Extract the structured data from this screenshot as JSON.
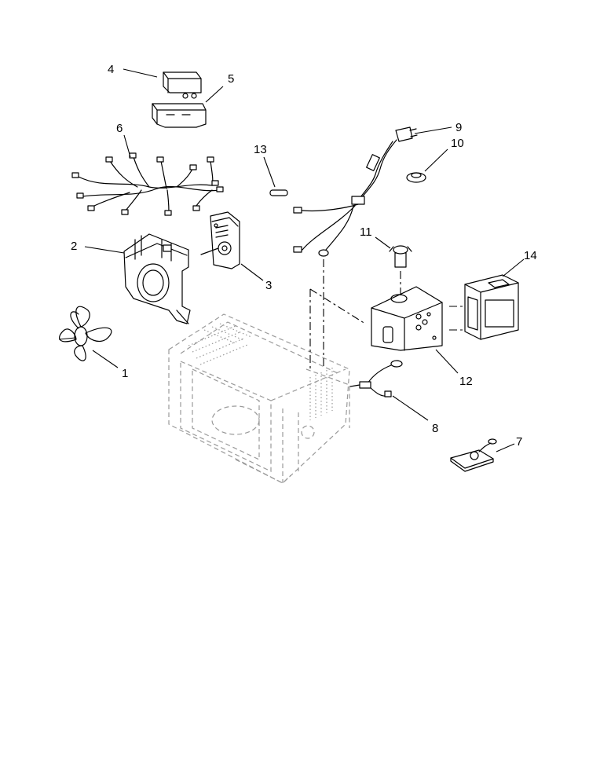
{
  "diagram": {
    "callouts": [
      {
        "id": "1",
        "label": "1"
      },
      {
        "id": "2",
        "label": "2"
      },
      {
        "id": "3",
        "label": "3"
      },
      {
        "id": "4",
        "label": "4"
      },
      {
        "id": "5",
        "label": "5"
      },
      {
        "id": "6",
        "label": "6"
      },
      {
        "id": "7",
        "label": "7"
      },
      {
        "id": "8",
        "label": "8"
      },
      {
        "id": "9",
        "label": "9"
      },
      {
        "id": "10",
        "label": "10"
      },
      {
        "id": "11",
        "label": "11"
      },
      {
        "id": "12",
        "label": "12"
      },
      {
        "id": "13",
        "label": "13"
      },
      {
        "id": "14",
        "label": "14"
      }
    ],
    "colors": {
      "line": "#000000",
      "ghost": "#9a9a9a",
      "background": "#ffffff"
    }
  }
}
